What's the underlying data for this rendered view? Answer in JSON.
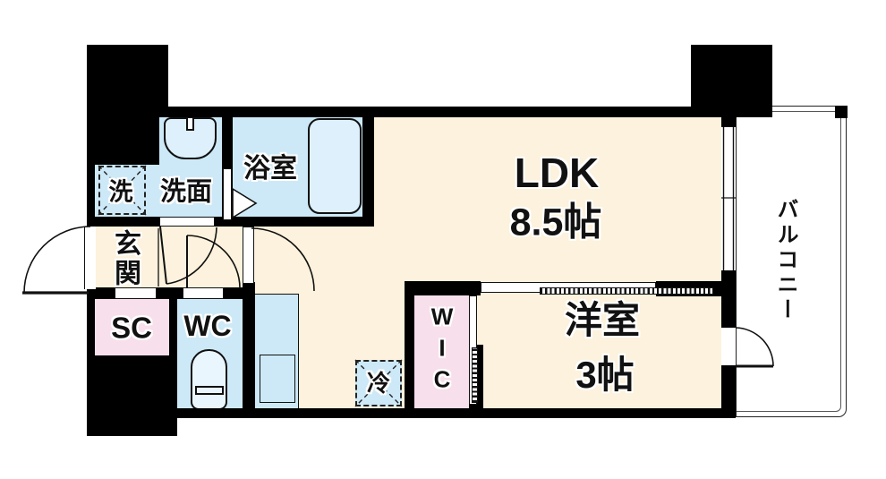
{
  "title": "apartment floor plan",
  "colors": {
    "wall": "#000000",
    "floor": "#fcf2dd",
    "wet": "#cde9f7",
    "wetlight": "#ddf0fb",
    "closet": "#f8dfec",
    "line": "#111111"
  },
  "rooms": {
    "ldk": {
      "label": "LDK",
      "size": "8.5帖"
    },
    "bedroom": {
      "label": "洋室",
      "size": "3帖"
    },
    "balcony": {
      "label": "バルコニー"
    },
    "bathroom": {
      "label": "浴室"
    },
    "washroom": {
      "label": "洗面"
    },
    "laundry": {
      "label": "洗"
    },
    "entrance": {
      "label": "玄関"
    },
    "shoe_closet": {
      "label": "SC"
    },
    "toilet": {
      "label": "WC"
    },
    "walk_in_closet": {
      "label": "WIC"
    },
    "refrigerator": {
      "label": "冷"
    }
  }
}
